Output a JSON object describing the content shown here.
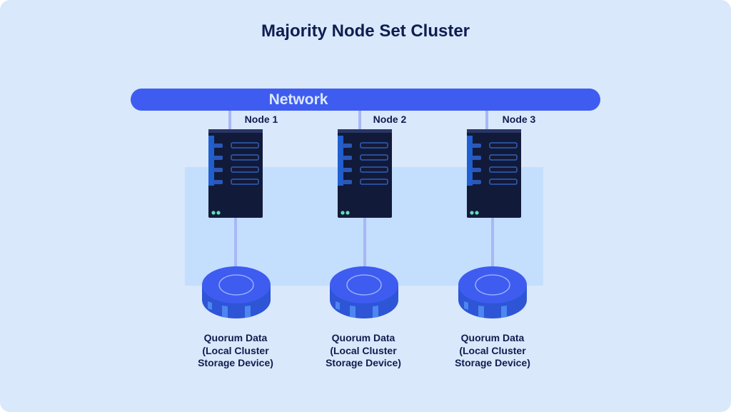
{
  "title": "Majority Node Set Cluster",
  "network": {
    "label": "Network"
  },
  "nodes": [
    {
      "label": "Node 1",
      "storage": [
        "Quorum Data",
        "(Local Cluster",
        "Storage Device)"
      ]
    },
    {
      "label": "Node 2",
      "storage": [
        "Quorum Data",
        "(Local Cluster",
        "Storage Device)"
      ]
    },
    {
      "label": "Node 3",
      "storage": [
        "Quorum Data",
        "(Local Cluster",
        "Storage Device)"
      ]
    }
  ],
  "colors": {
    "background": "#d9e8fb",
    "network_bar": "#3f5cf0",
    "connector": "#a9b7f5",
    "server_body": "#121a3a",
    "disk_top": "#3f5cf0",
    "status_led": "#5fe0b8"
  },
  "icons": [
    "server-icon",
    "storage-disk-icon"
  ]
}
